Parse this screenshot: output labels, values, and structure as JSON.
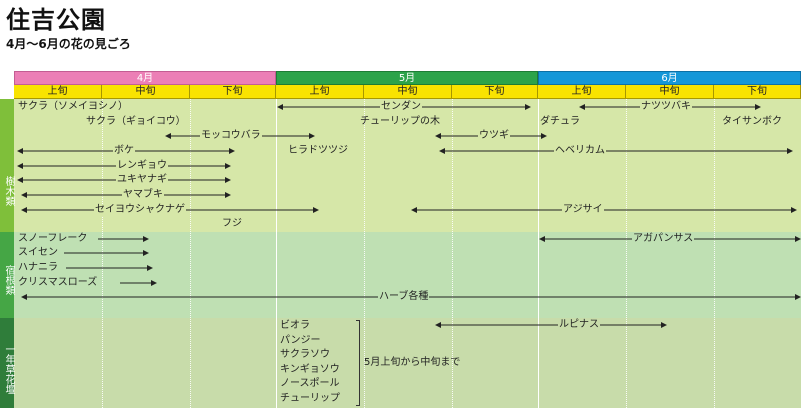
{
  "title": "住吉公園",
  "subtitle": "4月〜6月の花の見ごろ",
  "months": [
    "4月",
    "5月",
    "6月"
  ],
  "phases": [
    "上旬",
    "中旬",
    "下旬"
  ],
  "categories": [
    "樹木類",
    "宿根類",
    "一年草花壇"
  ],
  "colors": {
    "april": "#ec7fb6",
    "may": "#2ca34a",
    "june": "#1597d8",
    "phase_bar": "#f9e300"
  },
  "labels": {
    "sakura_somei": "サクラ（ソメイヨシノ）",
    "sakura_gyoiko": "サクラ（ギョイコウ）",
    "mokkoubara": "モッコウバラ",
    "boke": "ボケ",
    "rengyou": "レンギョウ",
    "yukiyanagi": "ユキヤナギ",
    "yamabuki": "ヤマブキ",
    "seiyoushakunage": "セイヨウシャクナゲ",
    "fuji": "フジ",
    "sendan": "センダン",
    "tulip_tree": "チューリップの木",
    "hiradotsutsuji": "ヒラドツツジ",
    "utsugi": "ウツギ",
    "natsutsubaki": "ナツツバキ",
    "dachura": "ダチュラ",
    "taisanboku": "タイサンボク",
    "heberikamu": "ヘベリカム",
    "ajisai": "アジサイ",
    "snowflake": "スノーフレーク",
    "suisen": "スイセン",
    "hananira": "ハナニラ",
    "christmas_rose": "クリスマスローズ",
    "herbs": "ハーブ各種",
    "agapanthus": "アガパンサス",
    "lupinus": "ルピナス",
    "bracket_note": "5月上旬から中旬まで"
  },
  "annual_flowers": [
    "ビオラ",
    "パンジー",
    "サクラソウ",
    "キンギョソウ",
    "ノースポール",
    "チューリップ"
  ]
}
